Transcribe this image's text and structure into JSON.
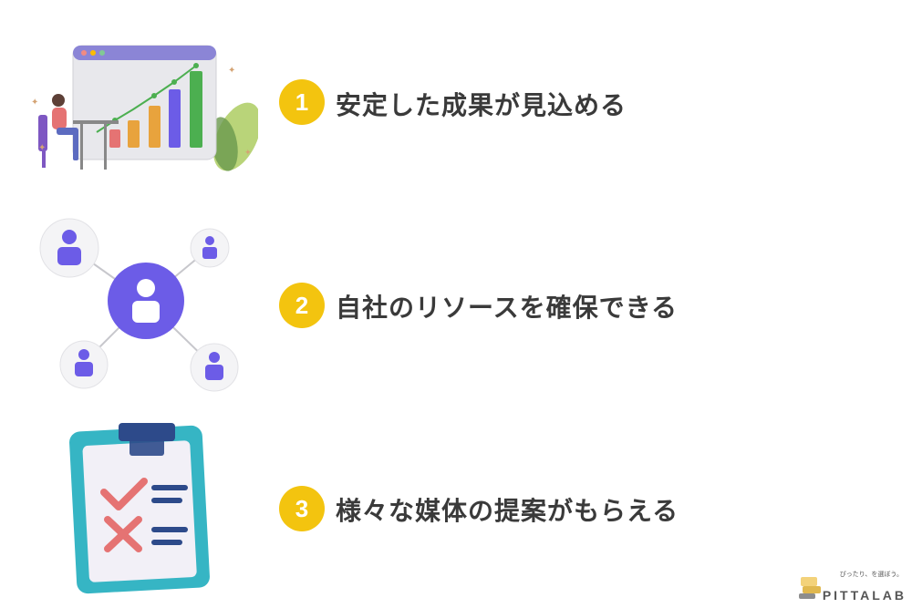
{
  "items": [
    {
      "number": "1",
      "label": "安定した成果が見込める",
      "icon": "growth-chart-illustration"
    },
    {
      "number": "2",
      "label": "自社のリソースを確保できる",
      "icon": "network-people-illustration"
    },
    {
      "number": "3",
      "label": "様々な媒体の提案がもらえる",
      "icon": "checklist-clipboard-illustration"
    }
  ],
  "logo": {
    "tagline": "ぴったり、を選ぼう。",
    "name": "PITTALAB"
  },
  "colors": {
    "badge": "#f3c40f",
    "text": "#3a3a3a",
    "accent_purple": "#6c5ce7"
  }
}
